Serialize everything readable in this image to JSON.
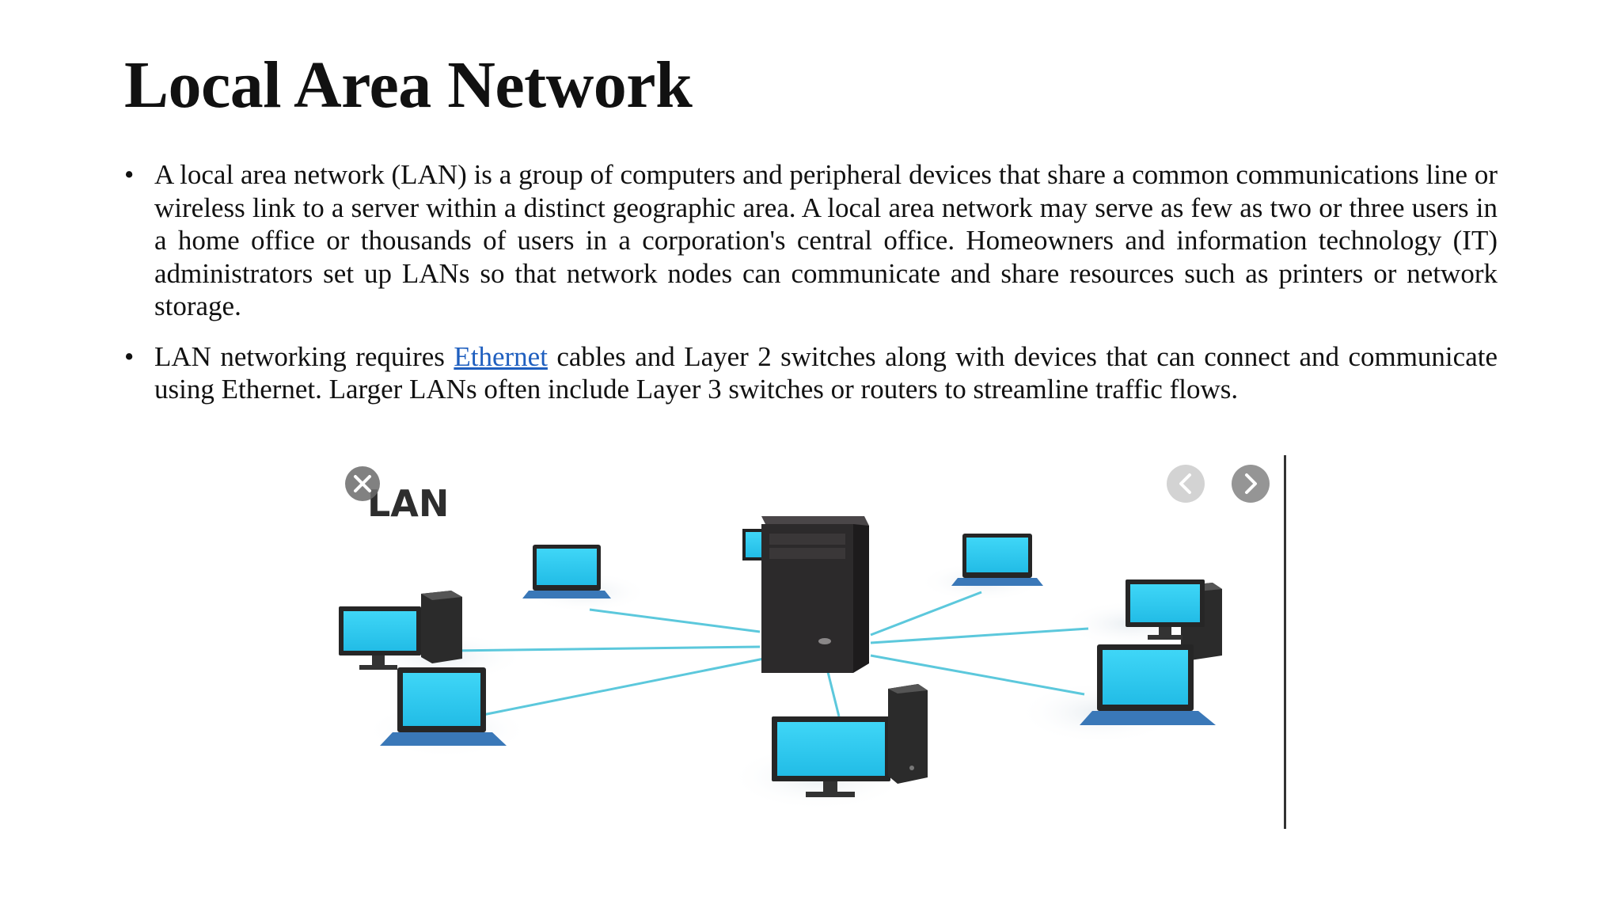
{
  "slide": {
    "title": "Local Area Network",
    "bullet1": "A local area network (LAN) is a group of computers and peripheral devices that share a common communications line or wireless link to a server within a distinct geographic area. A local area network may serve as few as two or three users in a home office or thousands of users in a corporation's central office. Homeowners and information technology (IT) administrators set up LANs so that network nodes can communicate and share resources such as printers or network storage.",
    "bullet2_before": "LAN networking requires ",
    "bullet2_link": "Ethernet",
    "bullet2_after": " cables and Layer 2 switches along with devices that can connect and communicate using Ethernet. Larger LANs often include Layer 3 switches or routers to streamline traffic flows."
  },
  "figure": {
    "label": "LAN",
    "icons": [
      "close-icon",
      "chevron-left-icon",
      "chevron-right-icon",
      "server-icon",
      "laptop-icon",
      "desktop-computer-icon"
    ],
    "colors": {
      "screen": "#35cdf2",
      "cable": "#5cc8dc",
      "device": "#2b2b2b",
      "label": "#2e2e2e"
    }
  }
}
